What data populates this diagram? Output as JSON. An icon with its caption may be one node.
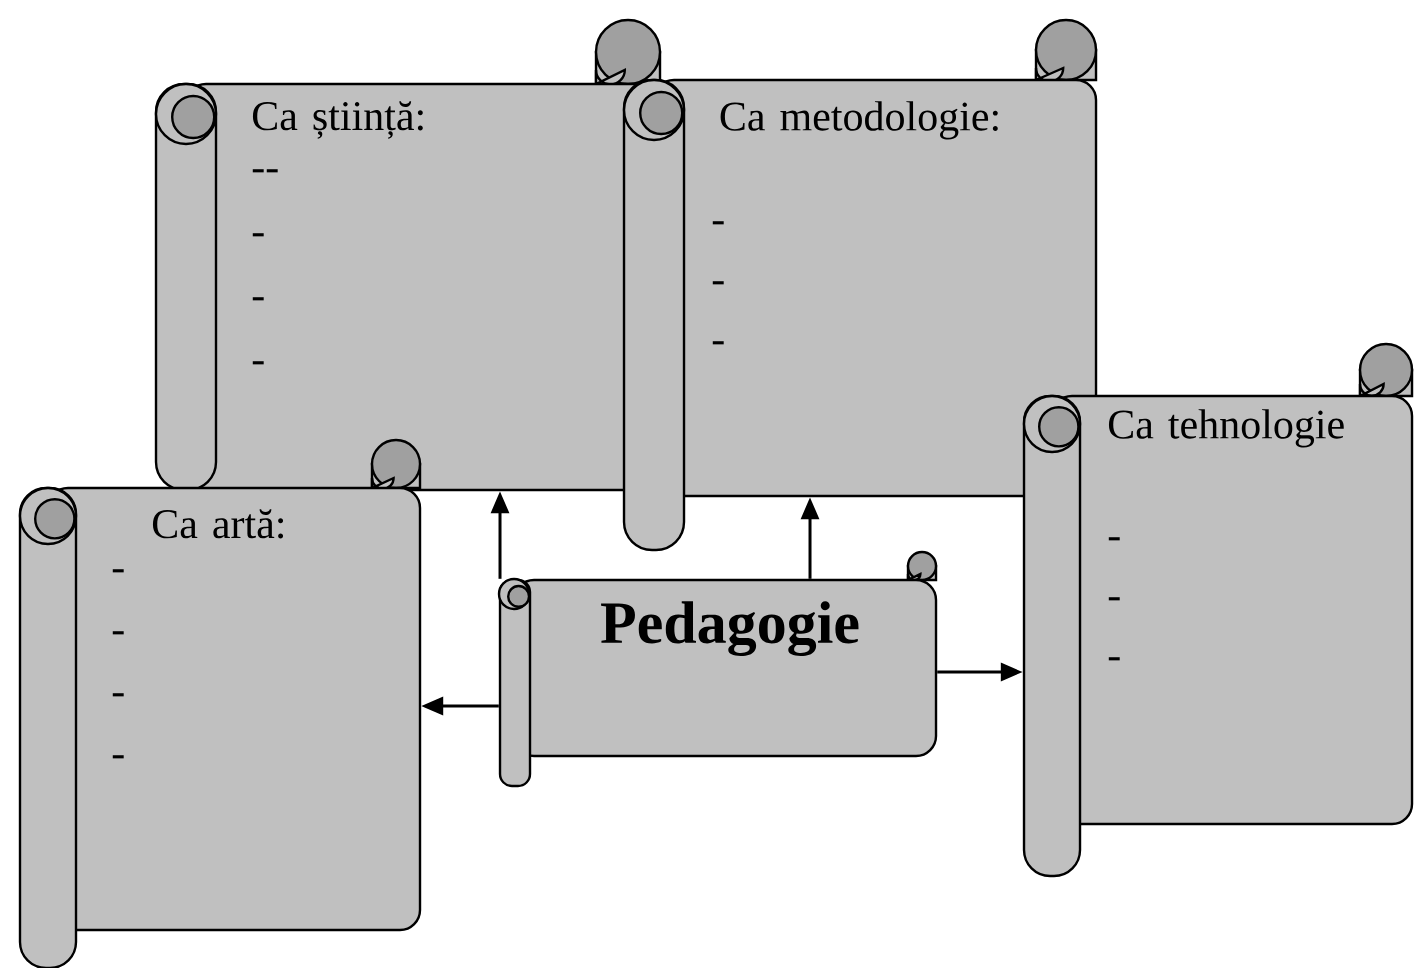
{
  "diagram": {
    "nodes": [
      {
        "text": [
          "Ca știință:",
          "--",
          "-",
          "-",
          "-"
        ]
      },
      {
        "text": [
          "Ca metodologie:",
          "-",
          "-",
          "-"
        ]
      },
      {
        "text": [
          "Ca tehnologie",
          "-",
          "-",
          "-"
        ]
      },
      {
        "text": [
          "Ca artă:",
          "-",
          "-",
          "-",
          "-"
        ]
      },
      {
        "text": [
          "Pedagogie"
        ]
      }
    ],
    "edges": [
      {
        "from": 4,
        "to": 0,
        "arrow": "to"
      },
      {
        "from": 4,
        "to": 1,
        "arrow": "to"
      },
      {
        "from": 4,
        "to": 3,
        "arrow": "to"
      },
      {
        "from": 4,
        "to": 2,
        "arrow": "to"
      }
    ]
  }
}
